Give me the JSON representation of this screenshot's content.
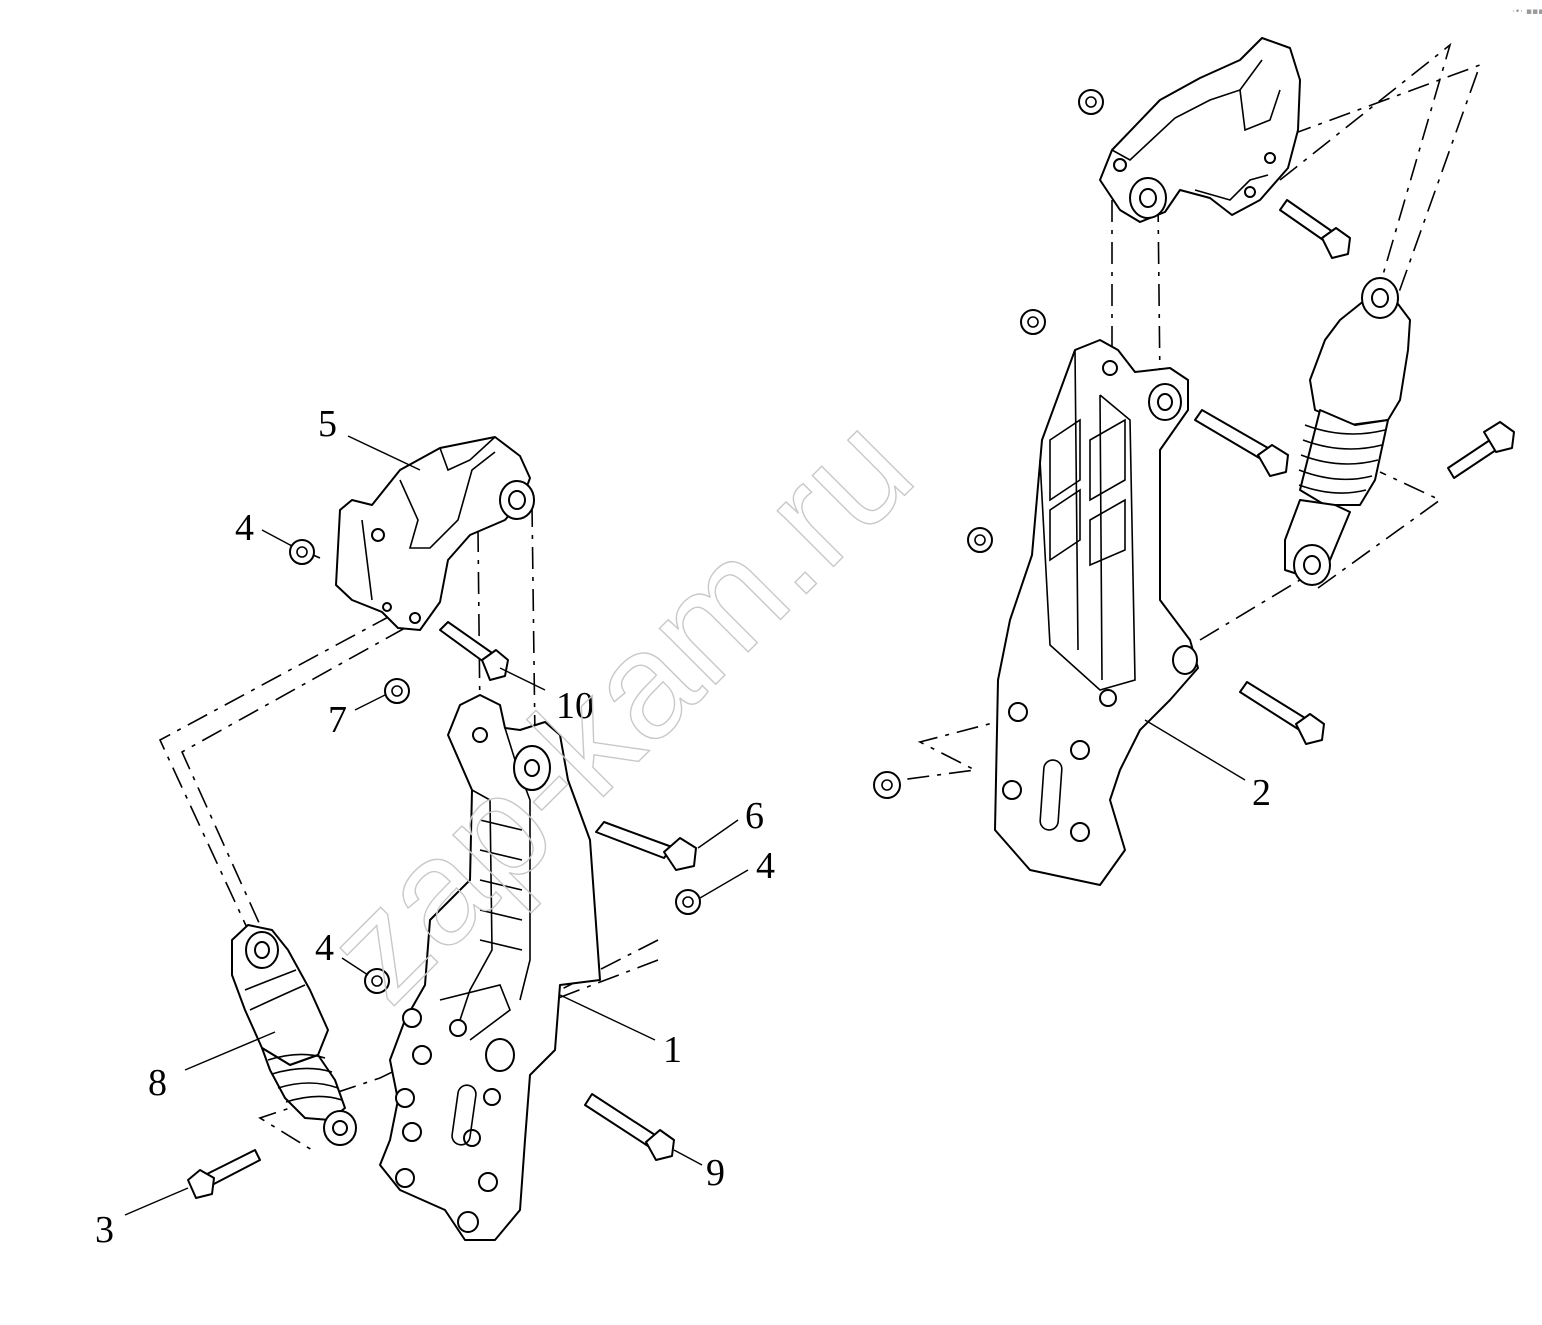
{
  "watermark": "zap-kam.ru",
  "corner_mark": "·•· ▪▪▪",
  "callouts": {
    "c1": "1",
    "c2": "2",
    "c3": "3",
    "c4a": "4",
    "c4b": "4",
    "c4c": "4",
    "c5": "5",
    "c6": "6",
    "c7": "7",
    "c8": "8",
    "c9": "9",
    "c10": "10"
  }
}
